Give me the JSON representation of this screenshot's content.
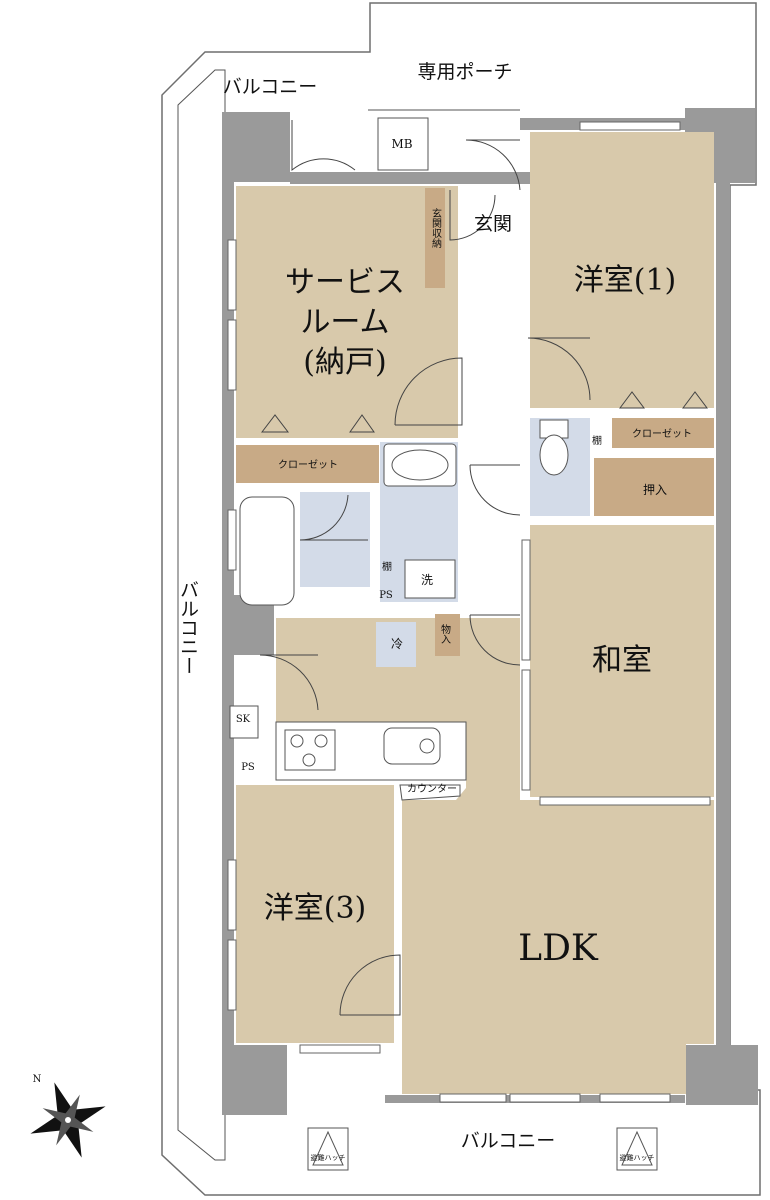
{
  "rooms": {
    "western_1": "洋室(1)",
    "service_room_line1": "サービス",
    "service_room_line2": "ルーム",
    "service_room_line3": "(納戸)",
    "japanese": "和室",
    "ldk": "LDK",
    "western_3": "洋室(3)"
  },
  "areas": {
    "porch": "専用ポーチ",
    "balcony_top": "バルコニー",
    "balcony_left": "バルコニー",
    "balcony_bottom": "バルコニー",
    "entrance": "玄関"
  },
  "fixtures": {
    "mb": "MB",
    "entry_storage": "玄関収納",
    "closet_1": "クローゼット",
    "closet_2": "クローゼット",
    "oshiire": "押入",
    "shelf_1": "棚",
    "shelf_2": "棚",
    "washer": "洗",
    "ps_1": "PS",
    "ps_2": "PS",
    "fridge": "冷",
    "storage": "物入",
    "sk": "SK",
    "counter": "カウンター",
    "hatch_1": "避難ハッチ",
    "hatch_2": "避難ハッチ"
  },
  "compass": {
    "north": "N"
  },
  "colors": {
    "room": "#d8c9ab",
    "wet_area": "#d3dbe8",
    "closet": "#c8aa86",
    "wall": "#9a9a9a"
  }
}
